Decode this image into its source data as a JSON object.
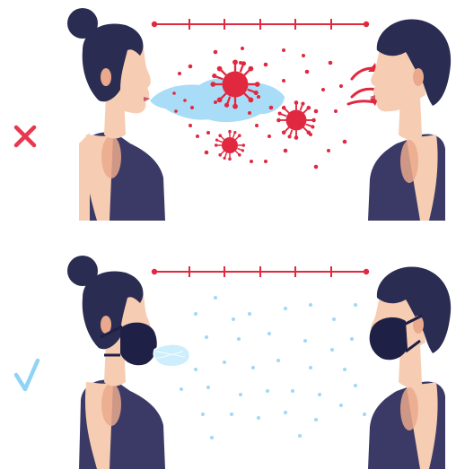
{
  "panels": [
    {
      "id": "unmasked",
      "status_icon": "cross-icon",
      "status_meaning": "incorrect",
      "status_color": "#e8374f",
      "breath_color": "#a9ddf7",
      "particle_type": "virus",
      "particle_color": "#e0283f"
    },
    {
      "id": "masked",
      "status_icon": "check-icon",
      "status_meaning": "correct",
      "status_color": "#8fd4f5",
      "breath_color": "#cdeefc",
      "particle_type": "droplet",
      "particle_color": "#9fd8f6"
    }
  ],
  "colors": {
    "hair": "#2b2c52",
    "skin": "#f6cdb2",
    "skin_shadow": "#eaa98c",
    "shirt": "#3b3a66",
    "mask": "#1f2046",
    "distance_ruler": "#e0283f",
    "nose_arrows": "#e0283f"
  },
  "icons": [
    "cross-icon",
    "check-icon",
    "virus-icon",
    "distance-ruler-icon",
    "mask-icon"
  ]
}
